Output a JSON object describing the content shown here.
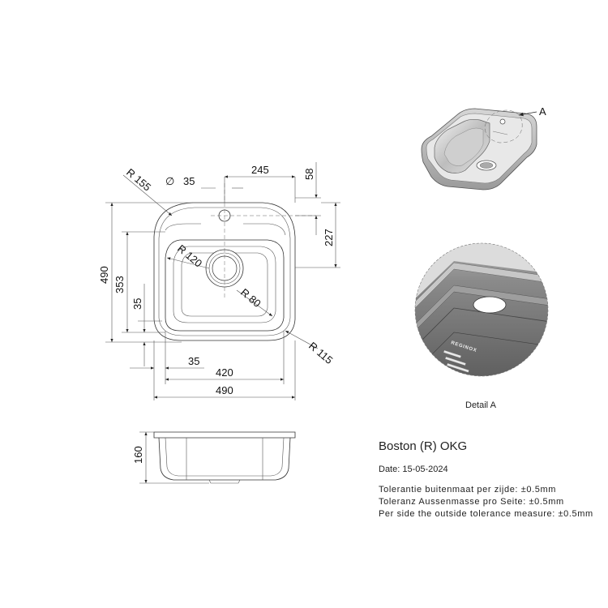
{
  "dimensions": {
    "radius_corner_outer": "R 155",
    "hole_diameter_symbol": "∅",
    "hole_diameter": "35",
    "hole_offset_x": "245",
    "hole_offset_y": "58",
    "bowl_offset_top": "227",
    "overall_height": "490",
    "bowl_height": "353",
    "bowl_inner_radius": "R 120",
    "bowl_bottom_radius": "R 80",
    "bowl_corner_radius": "R 115",
    "margin_side_v": "35",
    "margin_side_h": "35",
    "bowl_width": "420",
    "overall_width": "490",
    "depth": "160"
  },
  "callout_label": "A",
  "detail_caption": "Detail A",
  "brand_mark": "REGINOX",
  "info": {
    "title": "Boston (R) OKG",
    "date": "Date: 15-05-2024",
    "tolerance_nl": "Tolerantie buitenmaat per zijde: ±0.5mm",
    "tolerance_de": "Toleranz Aussenmasse pro Seite: ±0.5mm",
    "tolerance_en": "Per side the outside tolerance measure: ±0.5mm"
  }
}
